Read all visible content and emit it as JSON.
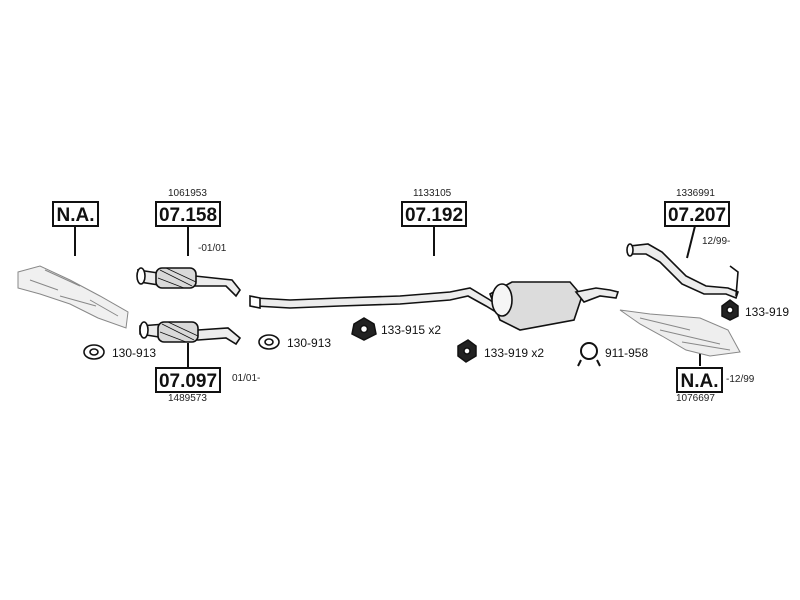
{
  "groups": [
    {
      "id": "left-na",
      "code": "N.A."
    },
    {
      "id": "front-pipe-upper",
      "code": "07.158",
      "ref": "1061953",
      "note": "-01/01"
    },
    {
      "id": "front-pipe-lower",
      "code": "07.097",
      "ref": "1489573",
      "note": "01/01-"
    },
    {
      "id": "middle-silencer",
      "code": "07.192",
      "ref": "1133105"
    },
    {
      "id": "rear-silencer",
      "code": "07.207",
      "ref": "1336991",
      "note": "12/99-"
    },
    {
      "id": "right-na",
      "code": "N.A.",
      "ref": "1076697",
      "note": "-12/99"
    }
  ],
  "parts": [
    {
      "id": "gasket-left",
      "label": "130-913",
      "icon": "gasket-icon"
    },
    {
      "id": "gasket-mid",
      "label": "130-913",
      "icon": "gasket-icon"
    },
    {
      "id": "rubber-mount-915",
      "label": "133-915 x2",
      "icon": "rubber-mount-icon"
    },
    {
      "id": "rubber-mount-919",
      "label": "133-919 x2",
      "icon": "rubber-mount-icon"
    },
    {
      "id": "clamp-958",
      "label": "911-958",
      "icon": "clamp-icon"
    },
    {
      "id": "rubber-mount-919-right",
      "label": "133-919",
      "icon": "rubber-mount-icon"
    }
  ],
  "colors": {
    "line": "#111111",
    "fill_light": "#f2f2f2",
    "fill_dark": "#cfcfcf"
  }
}
